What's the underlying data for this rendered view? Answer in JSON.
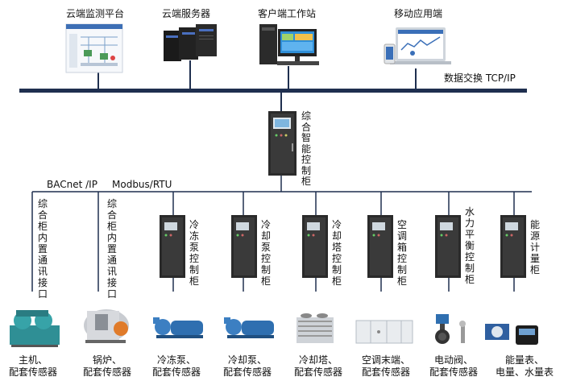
{
  "top": {
    "cloud_monitor": "云端监测平台",
    "cloud_server": "云端服务器",
    "client_station": "客户端工作站",
    "mobile_app": "移动应用端",
    "network_label": "数据交换 TCP/IP"
  },
  "main_cabinet": "综合智能控制柜",
  "protocols": {
    "bacnet": "BACnet /IP",
    "modbus": "Modbus/RTU"
  },
  "interfaces": [
    "综合柜内置通讯接口",
    "综合柜内置通讯接口"
  ],
  "cabinets": [
    "冷冻泵控制柜",
    "冷却泵控制柜",
    "冷却塔控制柜",
    "空调箱控制柜",
    "水力平衡控制柜",
    "能源计量柜"
  ],
  "devices": [
    {
      "line1": "主机、",
      "line2": "配套传感器"
    },
    {
      "line1": "锅炉、",
      "line2": "配套传感器"
    },
    {
      "line1": "冷冻泵、",
      "line2": "配套传感器"
    },
    {
      "line1": "冷却泵、",
      "line2": "配套传感器"
    },
    {
      "line1": "冷却塔、",
      "line2": "配套传感器"
    },
    {
      "line1": "空调末端、",
      "line2": "配套传感器"
    },
    {
      "line1": "电动阀、",
      "line2": "配套传感器"
    },
    {
      "line1": "能量表、",
      "line2": "电量、水量表"
    }
  ]
}
